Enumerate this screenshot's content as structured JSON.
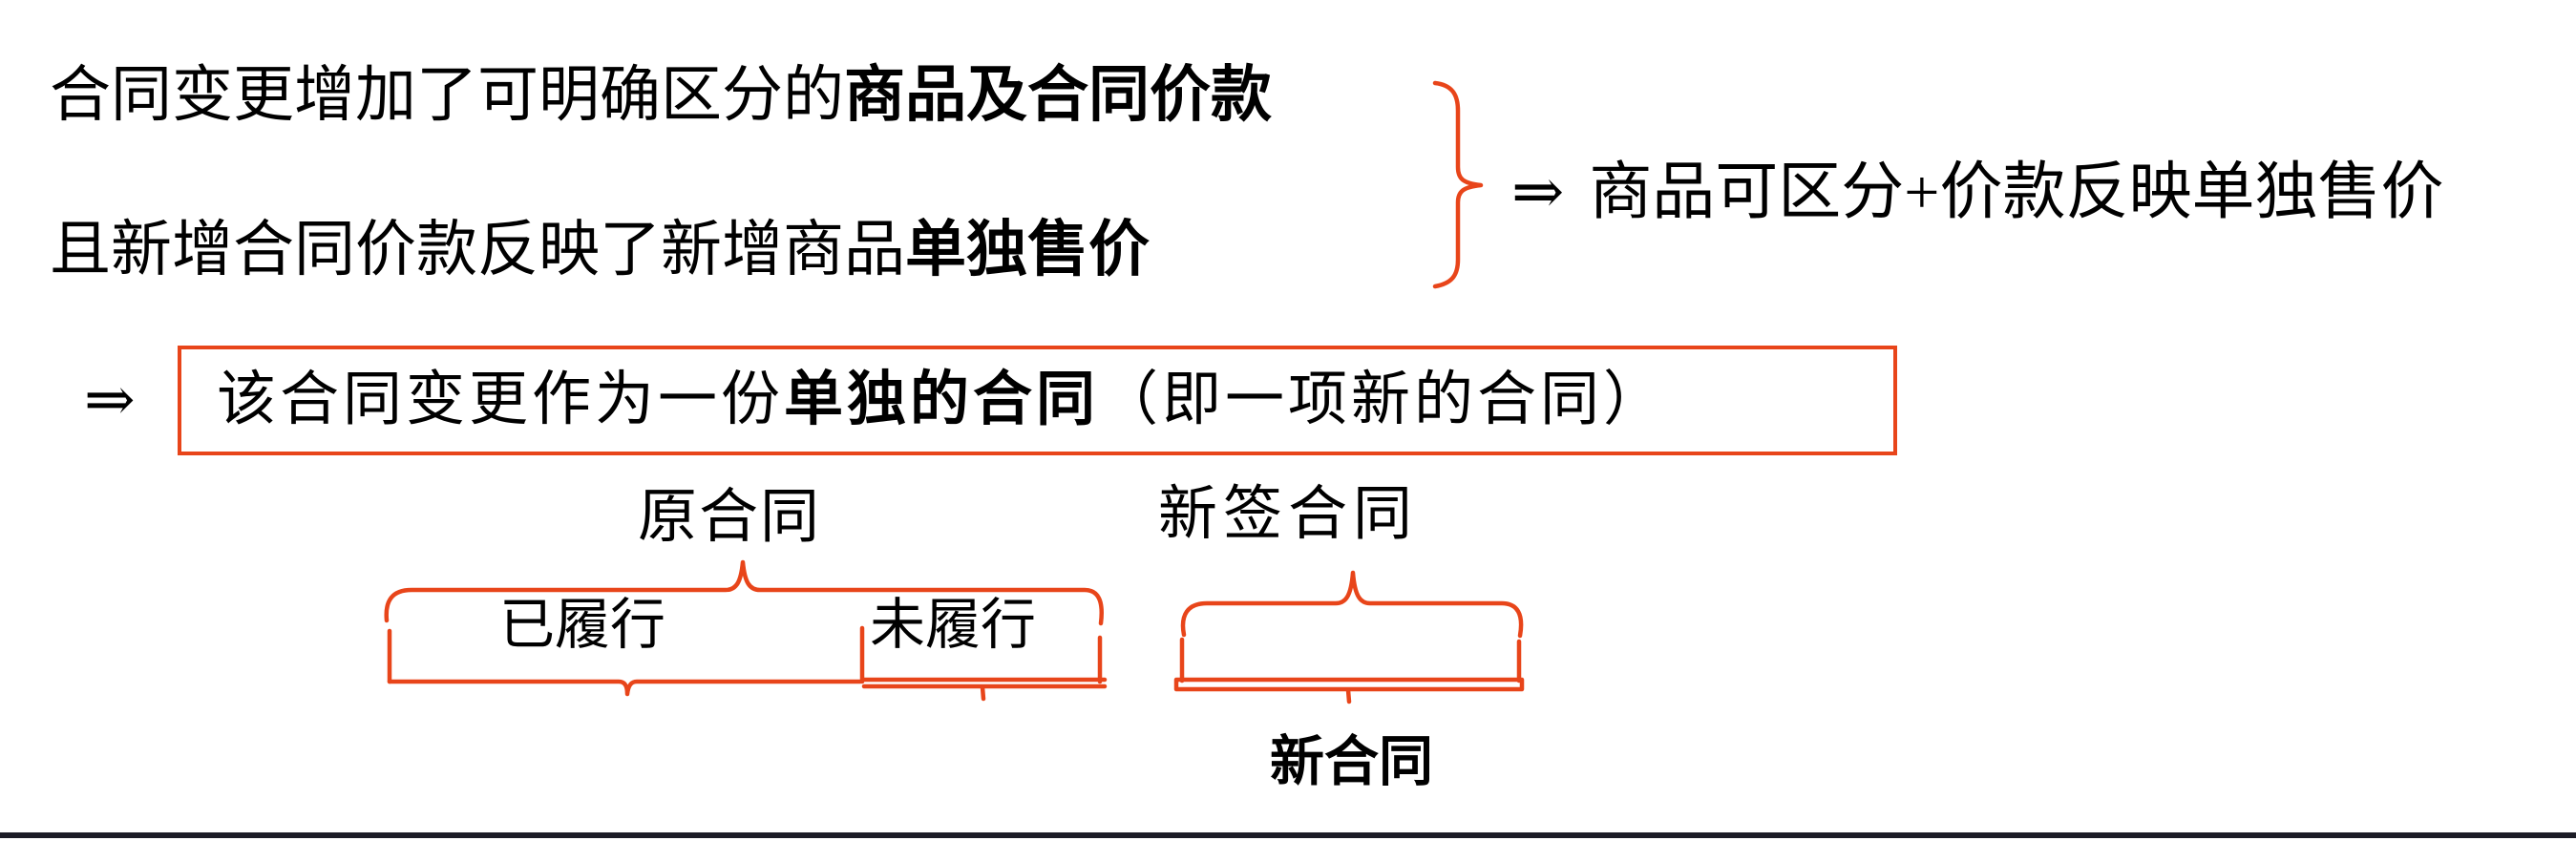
{
  "colors": {
    "background": "#FFFFFF",
    "text": "#000000",
    "annotation_red": "#E8451A",
    "bottom_rule": "#1C1C26"
  },
  "premise": {
    "line1": {
      "regular": "合同变更增加了可明确区分的",
      "bold": "商品及合同价款"
    },
    "line2": {
      "regular": "且新增合同价款反映了新增商品",
      "bold": "单独售价"
    }
  },
  "implication": {
    "arrow": "⇒",
    "text": "商品可区分+价款反映单独售价"
  },
  "conclusion": {
    "arrow": "⇒",
    "box": {
      "regular_start": "该合同变更作为一份",
      "bold": "单独的合同",
      "regular_end": "（即一项新的合同）"
    }
  },
  "diagram": {
    "original_contract_label": "原合同",
    "performed_label": "已履行",
    "unperformed_label": "未履行",
    "new_signed_label": "新签合同",
    "new_contract_label": "新合同"
  }
}
